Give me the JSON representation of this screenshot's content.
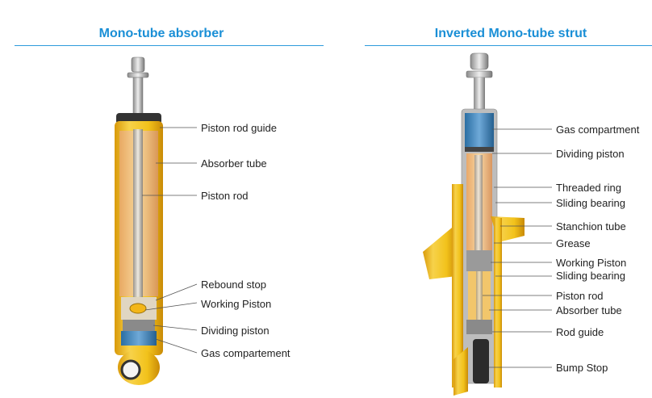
{
  "colors": {
    "title": "#1a8fd6",
    "rule": "#2e9bdc",
    "body_yellow": "#f2c21b",
    "gas_blue": "#3b83b8",
    "rod_silver": "#c8c8c8",
    "leader": "#555555",
    "text": "#222222"
  },
  "left": {
    "title": "Mono-tube absorber",
    "labels": [
      "Piston rod guide",
      "Absorber tube",
      "Piston rod",
      "Rebound stop",
      "Working Piston",
      "Dividing piston",
      "Gas compartement"
    ]
  },
  "right": {
    "title": "Inverted Mono-tube strut",
    "labels": [
      "Gas compartment",
      "Dividing piston",
      "Threaded ring",
      "Sliding bearing",
      "Stanchion tube",
      "Grease",
      "Working Piston",
      "Sliding bearing",
      "Piston rod",
      "Absorber tube",
      "Rod guide",
      "Bump Stop"
    ]
  }
}
